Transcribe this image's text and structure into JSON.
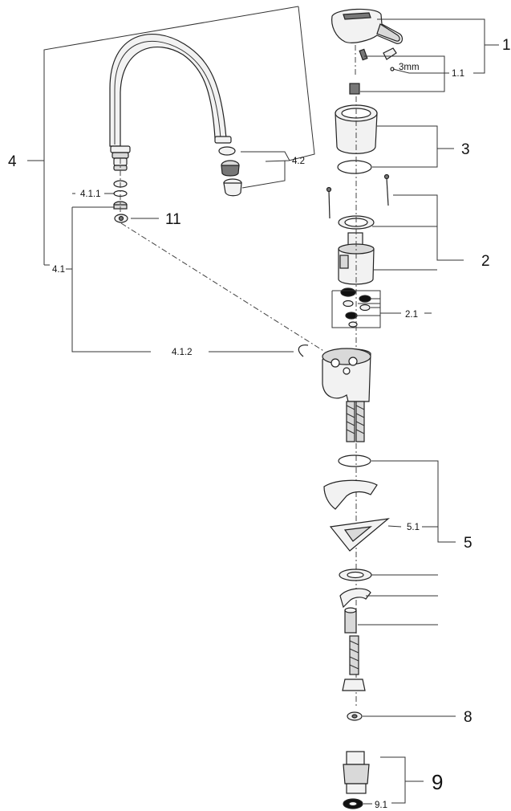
{
  "labels": {
    "l1": "1",
    "l1_1": "1.1",
    "l1_1_tool": "3mm",
    "l2": "2",
    "l2_1": "2.1",
    "l3": "3",
    "l4": "4",
    "l4_1": "4.1",
    "l4_1_1": "4.1.1",
    "l4_1_2": "4.1.2",
    "l4_2": "4.2",
    "l5": "5",
    "l5_1": "5.1",
    "l8": "8",
    "l9": "9",
    "l9_1": "9.1",
    "l11": "11"
  }
}
